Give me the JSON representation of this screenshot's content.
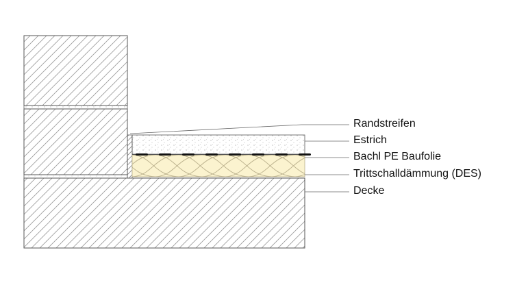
{
  "labels": {
    "randstreifen": "Randstreifen",
    "estrich": "Estrich",
    "folie": "Bachl PE Baufolie",
    "daemmung": "Trittschalldämmung (DES)",
    "decke": "Decke"
  },
  "colors": {
    "line": "#555555",
    "hatch": "#9a9a9a",
    "insulation_fill": "#fbf3cf",
    "insulation_stroke": "#b8ae8a",
    "foil": "#111111",
    "leader": "#666666"
  }
}
